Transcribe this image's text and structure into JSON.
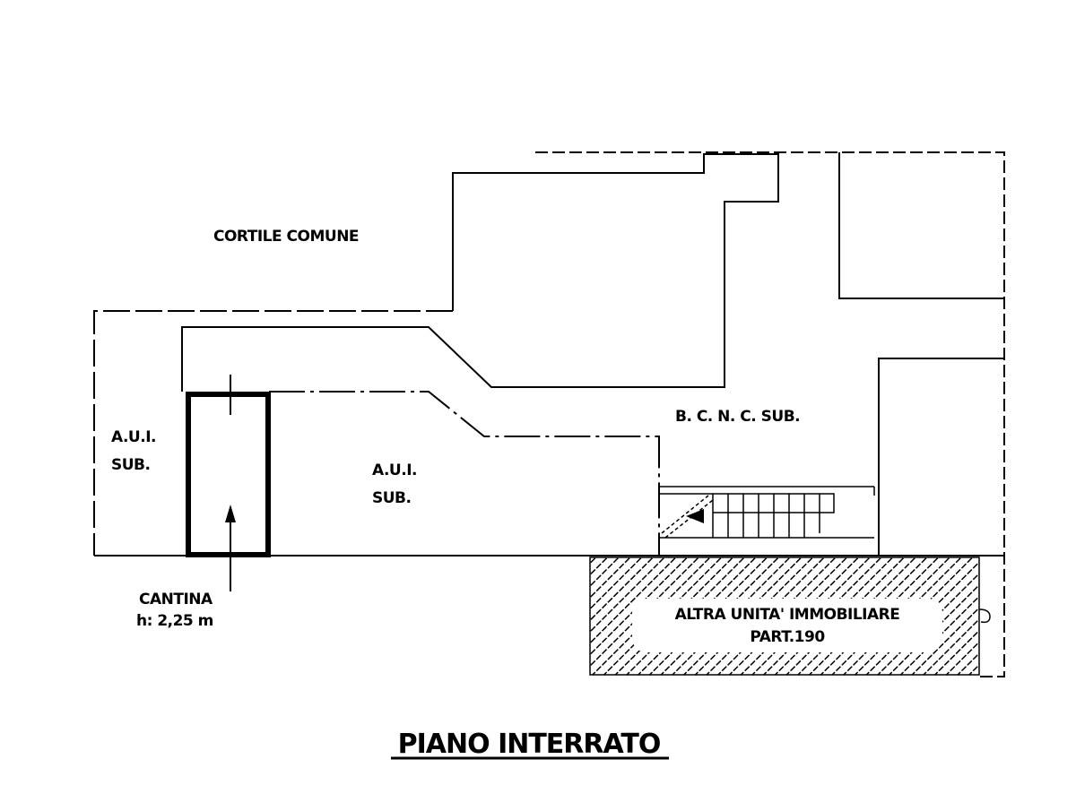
{
  "title": "PIANO INTERRATO",
  "labels": {
    "cortile": "CORTILE COMUNE",
    "aui_left_1": "A.U.I.",
    "aui_left_2": "SUB.",
    "aui_mid_1": "A.U.I.",
    "aui_mid_2": "SUB.",
    "bcnc": "B. C. N. C. SUB.",
    "cantina": "CANTINA",
    "cantina_height": "h: 2,25 m",
    "altra_unita": "ALTRA UNITA' IMMOBILIARE",
    "part": "PART.190"
  },
  "colors": {
    "ink": "#000000",
    "paper": "#ffffff"
  }
}
